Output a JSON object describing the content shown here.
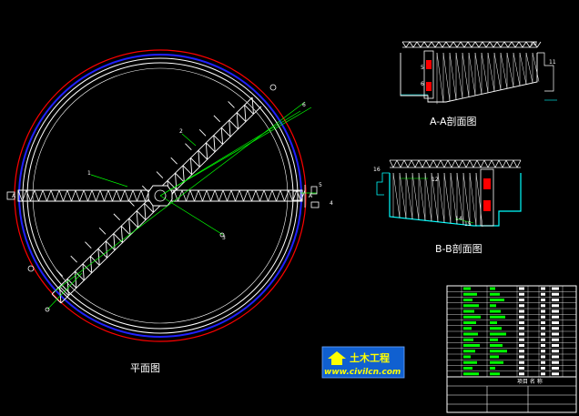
{
  "drawing": {
    "plan_title": "平面图",
    "section_a_title": "A-A剖面图",
    "section_b_title": "B-B剖面图",
    "table_caption": "项目 名 称",
    "markers": {
      "a_left": "A",
      "a_right": "A"
    }
  },
  "logo": {
    "text_cn": "土木工程",
    "url": "www.civilcn.com"
  },
  "colors": {
    "background": "#000000",
    "outline": "#ffffff",
    "ring_red": "#ff0000",
    "ring_blue": "#2020ff",
    "leader_green": "#00ff00",
    "water_cyan": "#00ffff",
    "column_red": "#ff0000",
    "logo_blue": "#1060d0",
    "logo_yellow": "#ffff00"
  }
}
